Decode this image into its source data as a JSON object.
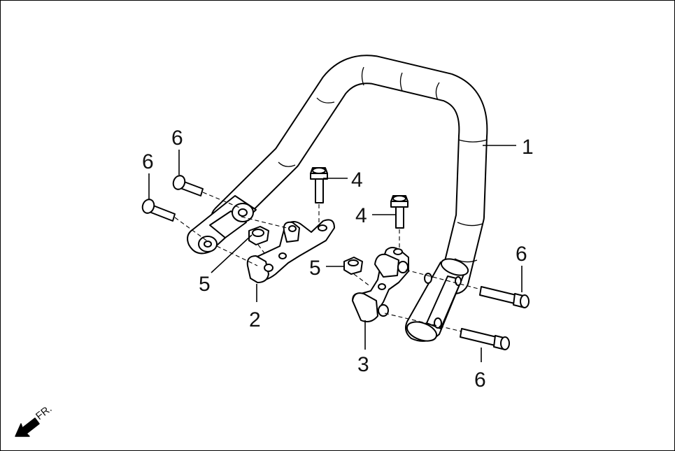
{
  "callouts": [
    {
      "id": "c1",
      "label": "1"
    },
    {
      "id": "c2",
      "label": "2"
    },
    {
      "id": "c3",
      "label": "3"
    },
    {
      "id": "c4a",
      "label": "4"
    },
    {
      "id": "c4b",
      "label": "4"
    },
    {
      "id": "c5a",
      "label": "5"
    },
    {
      "id": "c5b",
      "label": "5"
    },
    {
      "id": "c6a",
      "label": "6"
    },
    {
      "id": "c6b",
      "label": "6"
    },
    {
      "id": "c6c",
      "label": "6"
    },
    {
      "id": "c6d",
      "label": "6"
    }
  ],
  "direction": {
    "label": "FR."
  },
  "colors": {
    "line": "#000000",
    "background": "#ffffff"
  }
}
